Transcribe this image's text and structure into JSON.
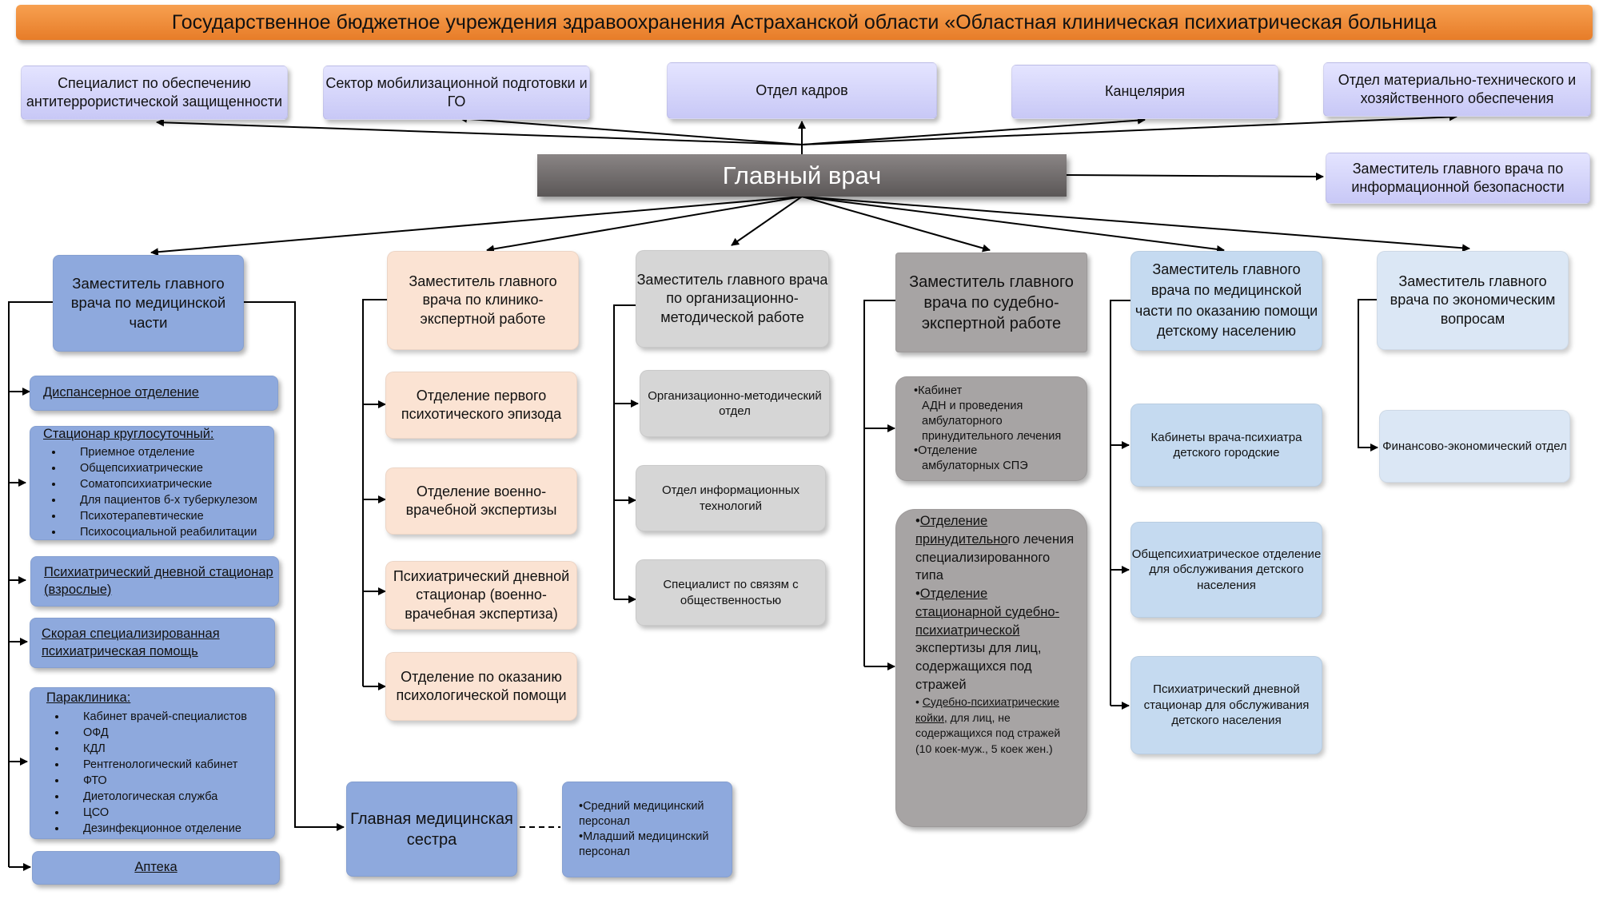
{
  "header": "Государственное бюджетное учреждения здравоохранения Астраханской области «Областная клиническая психиатрическая больница",
  "chief": "Главный врач",
  "top_boxes": [
    "Специалист по обеспечению антитеррористической защищенности",
    "Сектор мобилизационной подготовки и ГО",
    "Отдел кадров",
    "Канцелярия",
    "Отдел материально-технического и хозяйственного обеспечения"
  ],
  "info_security": "Заместитель главного врача по информационной безопасности",
  "col1": {
    "head": "Заместитель главного врача по медицинской части",
    "dispensary": "Диспансерное отделение",
    "hospital_title": "Стационар круглосуточный:",
    "hospital_items": [
      "Приемное отделение",
      "Общепсихиатрические",
      "Соматопсихиатрические",
      "Для пациентов б-х туберкулезом",
      "Психотерапевтические",
      "Психосоциальной реабилитации"
    ],
    "day_hospital": "Психиатрический дневной стационар (взрослые)",
    "ambulance": "Скорая специализированная психиатрическая помощь",
    "paraclinic_title": "Параклиника:",
    "paraclinic_items": [
      "Кабинет врачей-специалистов",
      "ОФД",
      "КДЛ",
      "Рентгенологический кабинет",
      "ФТО",
      "Диетологическая служба",
      "ЦСО",
      "Дезинфекционное отделение"
    ],
    "pharmacy": "Аптека"
  },
  "head_nurse": "Главная медицинская сестра",
  "nurse_staff": [
    "•Средний медицинский персонал",
    "•Младший медицинский персонал"
  ],
  "col2": {
    "head": "Заместитель главного врача по клинико-экспертной работе",
    "items": [
      "Отделение первого психотического эпизода",
      "Отделение военно-врачебной экспертизы",
      "Психиатрический дневной стационар (военно-врачебная экспертиза)",
      "Отделение по оказанию психологической помощи"
    ]
  },
  "col3": {
    "head": "Заместитель главного врача по организационно-методической работе",
    "items": [
      "Организационно-методический отдел",
      "Отдел информационных технологий",
      "Специалист по связям с общественностью"
    ]
  },
  "col4": {
    "head": "Заместитель главного врача по судебно-экспертной работе",
    "box1": [
      "•Кабинет",
      "АДН и проведения амбулаторного принудительного лечения",
      "•Отделение",
      "амбулаторных СПЭ"
    ],
    "box2_a_bullet": "•",
    "box2_a_link": "Отделение принудительно",
    "box2_a_rest": "го лечения специализированного типа",
    "box2_b_bullet": "•",
    "box2_b_link": "Отделение стационарной судебно-психиатрической",
    "box2_b_rest": " экспертизы для лиц, содержащихся под стражей",
    "box2_c_bullet": "• ",
    "box2_c_link": "Судебно-психиатрические койки,",
    "box2_c_rest": " для лиц, не содержащихся под стражей (10 коек-муж., 5 коек жен.)"
  },
  "col5": {
    "head": "Заместитель главного врача по медицинской части по оказанию помощи детскому населению",
    "items": [
      "Кабинеты врача-психиатра детского городские",
      "Общепсихиатрическое отделение для обслуживания детского населения",
      "Психиатрический дневной стационар для обслуживания детского населения"
    ]
  },
  "col6": {
    "head": "Заместитель главного врача по экономическим вопросам",
    "items": [
      "Финансово-экономический отдел"
    ]
  }
}
